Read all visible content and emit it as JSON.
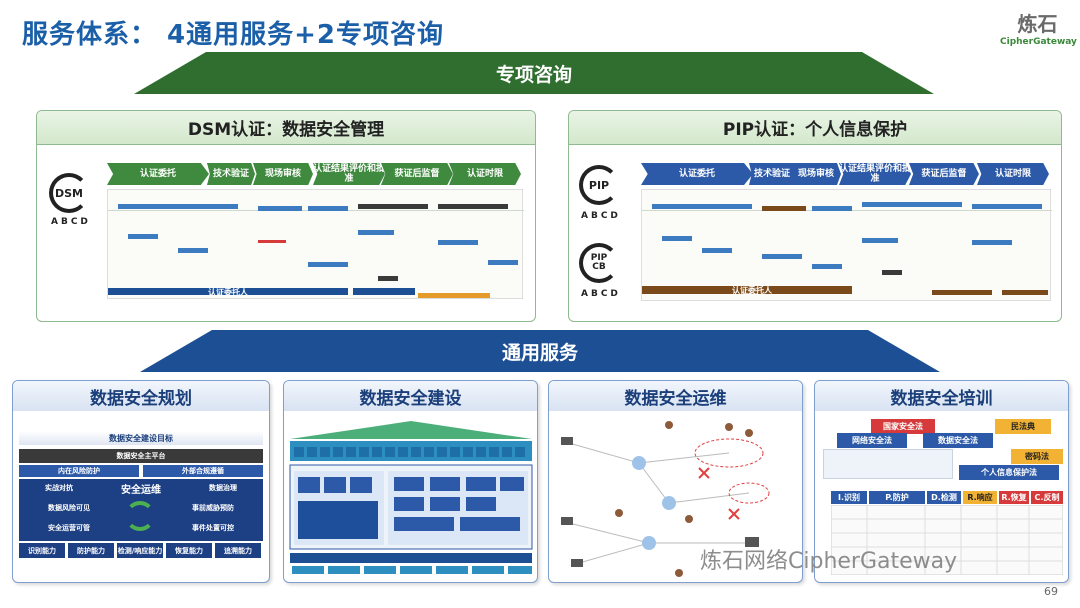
{
  "title": "服务体系： 4通用服务+2专项咨询",
  "logo": {
    "cn": "炼石",
    "en": "CipherGateway"
  },
  "special": {
    "banner": "专项咨询",
    "dsm": {
      "title": "DSM认证：数据安全管理",
      "seal": "DSM",
      "grade": "ABCD",
      "steps": [
        "认证委托",
        "技术验证",
        "现场审核",
        "认证结果评价和批准",
        "获证后监督",
        "认证时限"
      ],
      "bottom": "认证委托人"
    },
    "pip": {
      "title": "PIP认证：个人信息保护",
      "seal1": "PIP",
      "seal2": "PIP CB",
      "grade": "ABCD",
      "steps": [
        "认证委托",
        "技术验证",
        "现场审核",
        "认证结果评价和批准",
        "获证后监督",
        "认证时限"
      ],
      "bottom": "认证委托人"
    }
  },
  "general": {
    "banner": "通用服务",
    "planning": {
      "title": "数据安全规划",
      "goal": "数据安全建设目标",
      "platform": "数据安全主平台",
      "row1": [
        "内在风险防护",
        "外部合规遵循"
      ],
      "center": "安全运维",
      "left": [
        "实战对抗",
        "数据风险可见",
        "安全运营可管"
      ],
      "right": [
        "数据治理",
        "事前威胁预防",
        "事件处置可控"
      ],
      "caps": [
        "识别能力",
        "防护能力",
        "检测/响应能力",
        "恢复能力",
        "追溯能力"
      ]
    },
    "construction": {
      "title": "数据安全建设"
    },
    "operations": {
      "title": "数据安全运维"
    },
    "training": {
      "title": "数据安全培训",
      "laws": [
        "国家安全法",
        "民法典",
        "网络安全法",
        "数据安全法",
        "密码法",
        "个人信息保护法"
      ],
      "cols": [
        "I.识别",
        "P.防护",
        "D.检测",
        "R.响应",
        "R.恢复",
        "C.反制"
      ]
    }
  },
  "watermark": "炼石网络CipherGateway",
  "page_number": "69"
}
